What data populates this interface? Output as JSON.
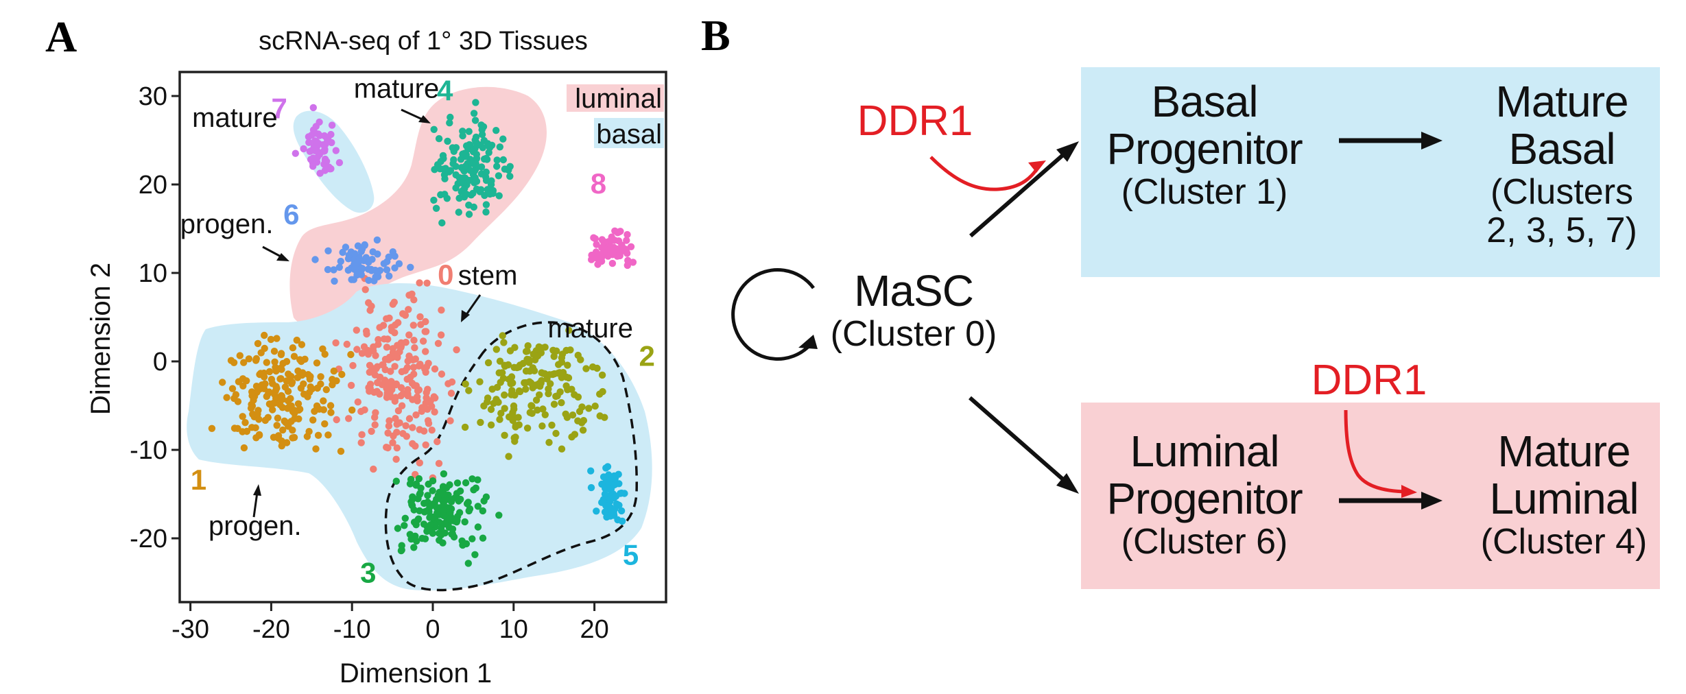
{
  "panels": {
    "a": {
      "letter": "A"
    },
    "b": {
      "letter": "B"
    }
  },
  "colors": {
    "luminal_region": "#f9d0d3",
    "basal_region": "#cdebf7",
    "ddr1": "#e31e24",
    "arrow": "#111111"
  },
  "chart_data": {
    "type": "scatter",
    "title": "scRNA-seq of 1° 3D Tissues",
    "xlabel": "Dimension 1",
    "ylabel": "Dimension 2",
    "xlim": [
      -32,
      29
    ],
    "ylim": [
      -27,
      32
    ],
    "xticks": [
      -30,
      -20,
      -10,
      0,
      10,
      20
    ],
    "yticks": [
      30,
      20,
      10,
      0,
      -10,
      -20
    ],
    "grid": false,
    "legend": {
      "placement": "top-right",
      "entries": [
        {
          "label": "luminal",
          "color": "#f9d0d3"
        },
        {
          "label": "basal",
          "color": "#cdebf7"
        }
      ]
    },
    "series": [
      {
        "name": "0",
        "color": "#f07e72",
        "center": [
          -4,
          -2
        ],
        "spread": [
          5.5,
          8
        ],
        "n": 210,
        "role": "stem"
      },
      {
        "name": "1",
        "color": "#d38f12",
        "center": [
          -19,
          -4
        ],
        "spread": [
          6.5,
          5.5
        ],
        "n": 190,
        "role": "progen."
      },
      {
        "name": "2",
        "color": "#9aa314",
        "center": [
          13,
          -3
        ],
        "spread": [
          6.5,
          6
        ],
        "n": 170,
        "role": "mature"
      },
      {
        "name": "3",
        "color": "#18a844",
        "center": [
          1,
          -17
        ],
        "spread": [
          5,
          4
        ],
        "n": 150,
        "role": "mature"
      },
      {
        "name": "4",
        "color": "#1db594",
        "center": [
          5,
          22
        ],
        "spread": [
          4,
          4.5
        ],
        "n": 150,
        "role": "mature"
      },
      {
        "name": "5",
        "color": "#1cb5de",
        "center": [
          22,
          -15
        ],
        "spread": [
          1.8,
          2.8
        ],
        "n": 55,
        "role": "mature"
      },
      {
        "name": "6",
        "color": "#6497ec",
        "center": [
          -9,
          11
        ],
        "spread": [
          4,
          2
        ],
        "n": 70,
        "role": "progen."
      },
      {
        "name": "7",
        "color": "#cf72eb",
        "center": [
          -14,
          24
        ],
        "spread": [
          2,
          3
        ],
        "n": 55,
        "role": "mature"
      },
      {
        "name": "8",
        "color": "#f066c6",
        "center": [
          22,
          13
        ],
        "spread": [
          2.5,
          1.8
        ],
        "n": 60,
        "role": ""
      }
    ],
    "cluster_labels": [
      {
        "text": "0",
        "x": 1.6,
        "y": 8.7,
        "cluster": "0"
      },
      {
        "text": "1",
        "x": -29,
        "y": -14.5,
        "cluster": "1"
      },
      {
        "text": "2",
        "x": 26.5,
        "y": -0.5,
        "cluster": "2"
      },
      {
        "text": "3",
        "x": -8,
        "y": -25,
        "cluster": "3"
      },
      {
        "text": "4",
        "x": 1.5,
        "y": 29.5,
        "cluster": "4"
      },
      {
        "text": "5",
        "x": 24.5,
        "y": -23,
        "cluster": "5"
      },
      {
        "text": "6",
        "x": -17.5,
        "y": 15.5,
        "cluster": "6"
      },
      {
        "text": "7",
        "x": -19,
        "y": 27.5,
        "cluster": "7"
      },
      {
        "text": "8",
        "x": 20.5,
        "y": 19,
        "cluster": "8"
      }
    ],
    "annotations": [
      {
        "text": "mature",
        "x": -24.5,
        "y": 26.5
      },
      {
        "text": "mature",
        "x": -4.5,
        "y": 29.8
      },
      {
        "text": "progen.",
        "x": -25.5,
        "y": 14.5
      },
      {
        "text": "stem",
        "x": 6.8,
        "y": 8.7
      },
      {
        "text": "mature",
        "x": 19.5,
        "y": 2.7
      },
      {
        "text": "progen.",
        "x": -22,
        "y": -19.6
      }
    ]
  },
  "diagram": {
    "masc": {
      "title": "MaSC",
      "subtitle": "(Cluster 0)"
    },
    "basal_progenitor": {
      "line1": "Basal",
      "line2": "Progenitor",
      "line3": "(Cluster 1)"
    },
    "mature_basal": {
      "line1": "Mature",
      "line2": "Basal",
      "line3": "(Clusters",
      "line4": "2, 3, 5, 7)"
    },
    "luminal_progenitor": {
      "line1": "Luminal",
      "line2": "Progenitor",
      "line3": "(Cluster 6)"
    },
    "mature_luminal": {
      "line1": "Mature",
      "line2": "Luminal",
      "line3": "(Cluster 4)"
    },
    "ddr1_top": "DDR1",
    "ddr1_bottom": "DDR1"
  }
}
